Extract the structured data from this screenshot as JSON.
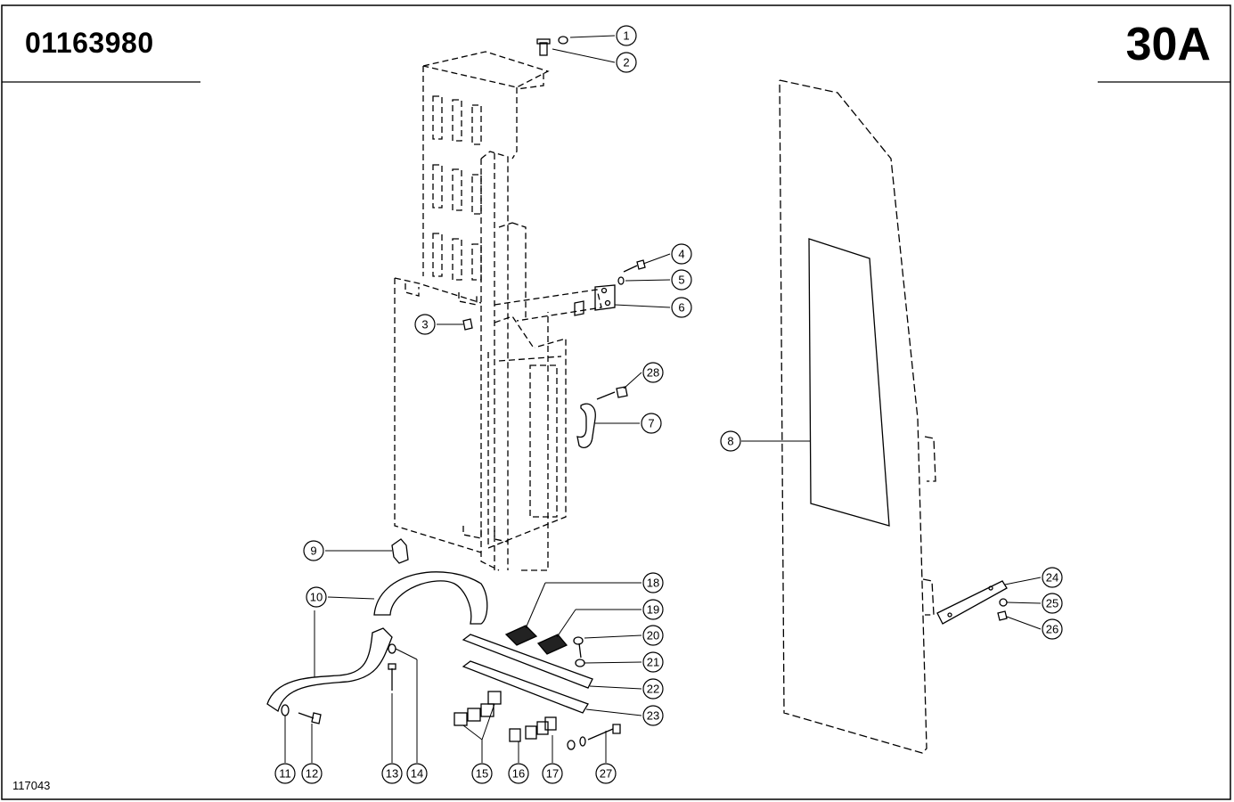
{
  "header": {
    "part_number": "01163980",
    "page_code": "30A"
  },
  "footer": {
    "image_code": "117043"
  },
  "callouts": [
    {
      "id": "1",
      "label": "1"
    },
    {
      "id": "2",
      "label": "2"
    },
    {
      "id": "3",
      "label": "3"
    },
    {
      "id": "4",
      "label": "4"
    },
    {
      "id": "5",
      "label": "5"
    },
    {
      "id": "6",
      "label": "6"
    },
    {
      "id": "7",
      "label": "7"
    },
    {
      "id": "8",
      "label": "8"
    },
    {
      "id": "9",
      "label": "9"
    },
    {
      "id": "10",
      "label": "10"
    },
    {
      "id": "11",
      "label": "11"
    },
    {
      "id": "12",
      "label": "12"
    },
    {
      "id": "13",
      "label": "13"
    },
    {
      "id": "14",
      "label": "14"
    },
    {
      "id": "15",
      "label": "15"
    },
    {
      "id": "16",
      "label": "16"
    },
    {
      "id": "17",
      "label": "17"
    },
    {
      "id": "18",
      "label": "18"
    },
    {
      "id": "19",
      "label": "19"
    },
    {
      "id": "20",
      "label": "20"
    },
    {
      "id": "21",
      "label": "21"
    },
    {
      "id": "22",
      "label": "22"
    },
    {
      "id": "23",
      "label": "23"
    },
    {
      "id": "24",
      "label": "24"
    },
    {
      "id": "25",
      "label": "25"
    },
    {
      "id": "26",
      "label": "26"
    },
    {
      "id": "27",
      "label": "27"
    },
    {
      "id": "28",
      "label": "28"
    }
  ]
}
